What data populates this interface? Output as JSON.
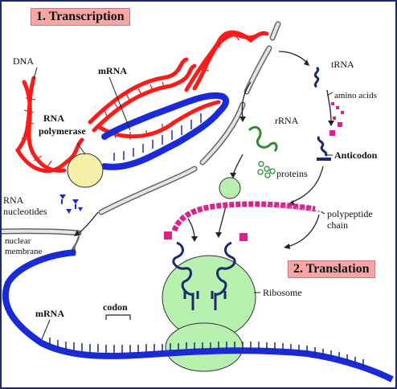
{
  "titles": {
    "transcription": "1. Transcription",
    "translation": "2. Translation"
  },
  "labels": {
    "dna": "DNA",
    "mrna_top": "mRNA",
    "rna_polymerase_line1": "RNA",
    "rna_polymerase_line2": "polymerase",
    "rna_nucleotides_line1": "RNA",
    "rna_nucleotides_line2": "nucleotides",
    "nuclear_membrane_line1": "nuclear",
    "nuclear_membrane_line2": "membrane",
    "trna": "tRNA",
    "amino_acids": "amino acids",
    "anticodon": "Anticodon",
    "rrna": "rRNA",
    "proteins": "proteins",
    "polypeptide_line1": "polypeptide",
    "polypeptide_line2": "chain",
    "ribosome": "Ribosome",
    "codon": "codon",
    "mrna_bottom": "mRNA"
  },
  "colors": {
    "dna": "#ff1a1a",
    "mrna": "#1a2ad8",
    "rrna": "#2e8b2e",
    "ribosome": "#b8f0b0",
    "polymerase": "#f5f0a8",
    "amino_acid": "#e0208a",
    "title_bg": "#f7a6a6",
    "frame": "#1a2a6c"
  }
}
